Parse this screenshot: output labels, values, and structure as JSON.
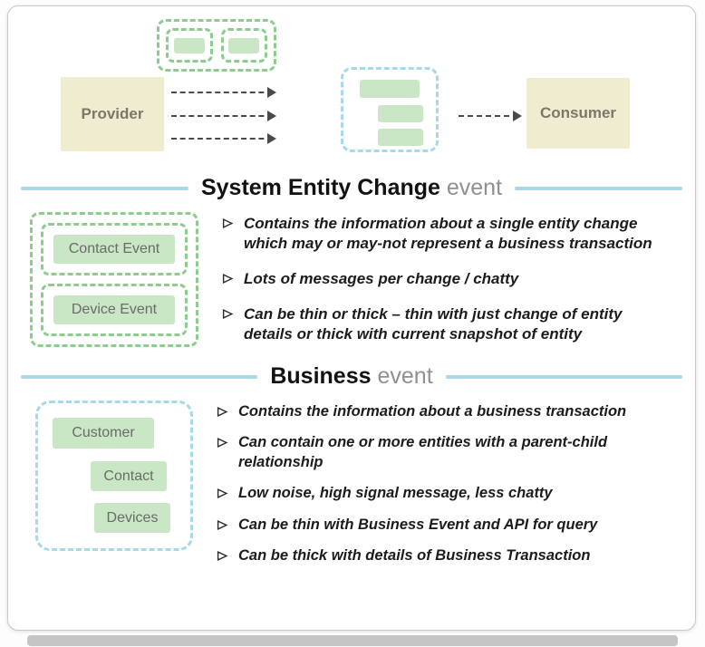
{
  "flow": {
    "provider_label": "Provider",
    "consumer_label": "Consumer"
  },
  "section1": {
    "title_bold": "System Entity Change",
    "title_light": "event",
    "boxes": [
      {
        "label": "Contact Event"
      },
      {
        "label": "Device Event"
      }
    ],
    "bullets": [
      "Contains the information about a single entity change which may or may-not represent a business transaction",
      "Lots of messages per change / chatty",
      "Can be thin or thick – thin with just change of entity details or thick with current snapshot of entity"
    ]
  },
  "section2": {
    "title_bold": "Business",
    "title_light": "event",
    "boxes": [
      {
        "label": "Customer"
      },
      {
        "label": "Contact"
      },
      {
        "label": "Devices"
      }
    ],
    "bullets": [
      "Contains the information about a business transaction",
      "Can contain one or more entities with a parent-child relationship",
      "Low noise, high signal message, less chatty",
      "Can be thin with Business Event and API for query",
      "Can be thick with details of Business Transaction"
    ]
  },
  "colors": {
    "green_fill": "#c9e7c4",
    "green_border": "#8ecb8e",
    "blue_border": "#a6d9e9",
    "yellow_fill": "#efecd0",
    "header_rule": "#a9d9e9",
    "title_gray": "#909090",
    "arrow": "#4a4a4a"
  }
}
